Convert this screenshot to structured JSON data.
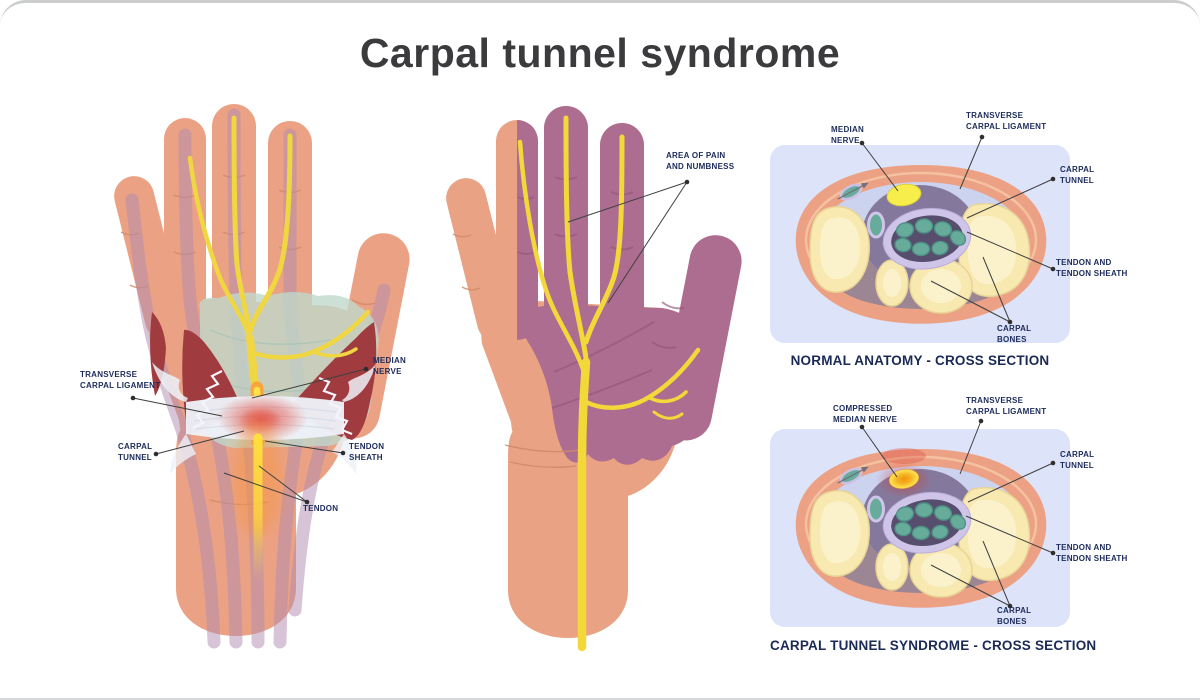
{
  "page": {
    "title": "Carpal tunnel syndrome"
  },
  "colors": {
    "label_navy": "#1c2b5a",
    "title_gray": "#3b3b3e",
    "skin": "#eba184",
    "pain_purple": "#ad6d90",
    "nerve_yellow": "#f2dc3e",
    "inflammation_red": "#de4b46",
    "muscle_red": "#a03c40",
    "ligament_white": "#eef2f9",
    "aponeurosis_green": "#bfd8ca",
    "card_lavender": "#dde3f8",
    "bone_yellow": "#f8e9b0",
    "tendon_teal": "#67ac9b",
    "tunnel_purple": "#84799c",
    "sheath_lavender": "#cfc5e8"
  },
  "palm_hand": {
    "labels": {
      "transverse_carpal_ligament": "TRANSVERSE\nCARPAL LIGAMENT",
      "carpal_tunnel": "CARPAL\nTUNNEL",
      "median_nerve": "MEDIAN\nNERVE",
      "tendon_sheath": "TENDON\nSHEATH",
      "tendon": "TENDON"
    }
  },
  "pain_hand": {
    "labels": {
      "area_of_pain": "AREA OF PAIN\nAND NUMBNESS"
    }
  },
  "cross_section_normal": {
    "caption": "NORMAL ANATOMY - CROSS SECTION",
    "labels": {
      "median_nerve": "MEDIAN\nNERVE",
      "transverse_carpal_ligament": "TRANSVERSE\nCARPAL LIGAMENT",
      "carpal_tunnel": "CARPAL\nTUNNEL",
      "tendon_and_tendon_sheath": "TENDON AND\nTENDON SHEATH",
      "carpal_bones": "CARPAL\nBONES"
    }
  },
  "cross_section_syndrome": {
    "caption": "CARPAL TUNNEL SYNDROME - CROSS SECTION",
    "labels": {
      "compressed_median_nerve": "COMPRESSED\nMEDIAN NERVE",
      "transverse_carpal_ligament": "TRANSVERSE\nCARPAL LIGAMENT",
      "carpal_tunnel": "CARPAL\nTUNNEL",
      "tendon_and_tendon_sheath": "TENDON AND\nTENDON SHEATH",
      "carpal_bones": "CARPAL\nBONES"
    }
  }
}
